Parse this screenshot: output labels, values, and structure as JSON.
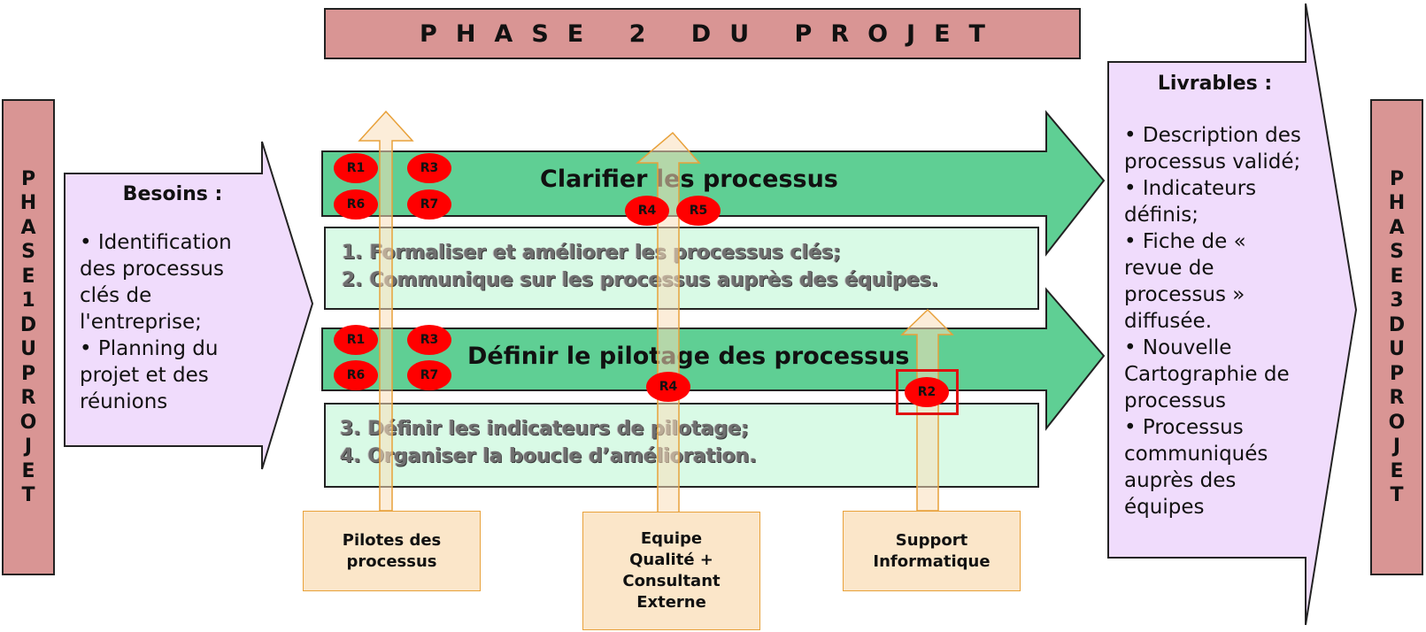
{
  "phase2_title": "PHASE 2 DU PROJET",
  "phase1_label": "PHASE 1 DU PROJET",
  "phase3_label": "PHASE 3 DU PROJET",
  "besoins": {
    "title": "Besoins :",
    "items": [
      "• Identification des processus clés de l'entreprise;",
      "• Planning du projet et des réunions"
    ]
  },
  "livrables": {
    "title": "Livrables :",
    "items": [
      "• Description des processus validé;",
      "• Indicateurs définis;",
      "• Fiche de « revue de processus » diffusée.",
      "•  Nouvelle Cartographie de processus",
      "• Processus communiqués auprès des équipes"
    ]
  },
  "axes": [
    {
      "title": "Clarifier les processus",
      "steps": [
        "1.  Formaliser et améliorer les processus clés;",
        "2.  Communique sur les processus auprès des équipes."
      ]
    },
    {
      "title": "Définir le pilotage des processus",
      "steps": [
        "3. Définir les indicateurs de pilotage;",
        "4. Organiser la boucle d’amélioration."
      ]
    }
  ],
  "tags": {
    "top_left": [
      "R1",
      "R3",
      "R6",
      "R7"
    ],
    "top_mid": [
      "R4",
      "R5"
    ],
    "bottom_left": [
      "R1",
      "R3",
      "R6",
      "R7"
    ],
    "bottom_mid": "R4",
    "bottom_right": "R2"
  },
  "resources": [
    {
      "label": "Pilotes des processus"
    },
    {
      "label": "Equipe Qualité + Consultant Externe"
    },
    {
      "label": "Support Informatique"
    }
  ],
  "colors": {
    "phase_fill": "#d99594",
    "panel_fill": "#f0dcfc",
    "axis_arrow_fill": "#5fcf94",
    "step_box_fill": "#d9fae6",
    "tag_fill": "#ff0000",
    "resource_fill": "#fbe6c9",
    "resource_border": "#e8a13a"
  }
}
